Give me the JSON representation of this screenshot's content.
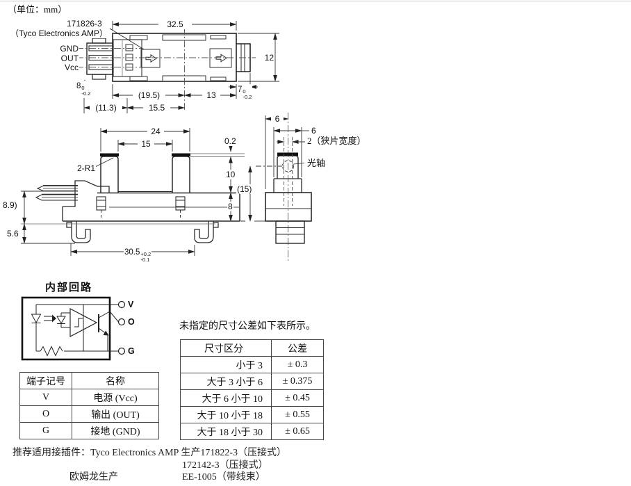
{
  "page": {
    "unit_label": "（单位：mm）"
  },
  "top_view": {
    "part_number": "171826-3",
    "maker": "（Tyco Electronics AMP）",
    "pin_gnd": "GND",
    "pin_out": "OUT",
    "pin_vcc": "Vcc",
    "dim_total_length": "32.5",
    "dim_height": "12",
    "dim_connector_width": {
      "value": "8",
      "tol_up": "0",
      "tol_dn": "-0.2"
    },
    "dim_inner_length": "(19.5)",
    "dim_right_length": "13",
    "dim_boss_width": {
      "value": "7",
      "tol_up": "0",
      "tol_dn": "-0.2"
    },
    "dim_connector_length": "(11.3)",
    "dim_left_length": "15.5"
  },
  "front_view": {
    "dim_post_span": "24",
    "dim_slot_span": "15",
    "dim_cap_height": "0.2",
    "label_corner_radius": "2-R1",
    "dim_post_height": "10",
    "dim_body_height": "8",
    "dim_pin_height": "8.9)",
    "dim_hook_depth": "5.6",
    "dim_base_width": {
      "value": "30.5",
      "tol_up": "+0.2",
      "tol_dn": "-0.1"
    }
  },
  "side_view": {
    "dim_half_width": "6",
    "dim_tower_width": "6",
    "label_slot_width": "2（狭片宽度）",
    "label_optical_axis": "光轴",
    "dim_height_ref": "(15)"
  },
  "circuit": {
    "title": "内部回路",
    "terminal_v": "V",
    "terminal_o": "O",
    "terminal_g": "G"
  },
  "terminal_table": {
    "headers": [
      "端子记号",
      "名称"
    ],
    "rows": [
      [
        "V",
        "电源 (Vcc)"
      ],
      [
        "O",
        "输出 (OUT)"
      ],
      [
        "G",
        "接地 (GND)"
      ]
    ]
  },
  "tolerance": {
    "note": "未指定的尺寸公差如下表所示。",
    "headers": [
      "尺寸区分",
      "公差"
    ],
    "rows": [
      [
        "小于 3",
        "± 0.3"
      ],
      [
        "大于 3 小于 6",
        "± 0.375"
      ],
      [
        "大于 6 小于 10",
        "± 0.45"
      ],
      [
        "大于 10 小于 18",
        "± 0.55"
      ],
      [
        "大于 18 小于 30",
        "± 0.65"
      ]
    ]
  },
  "footer": {
    "line1": "推荐适用接插件：Tyco Electronics AMP 生产171822-3（压接式）",
    "line2": "172142-3（压接式）",
    "line3_maker": "欧姆龙生产",
    "line3_part": "EE-1005（带线束）"
  }
}
